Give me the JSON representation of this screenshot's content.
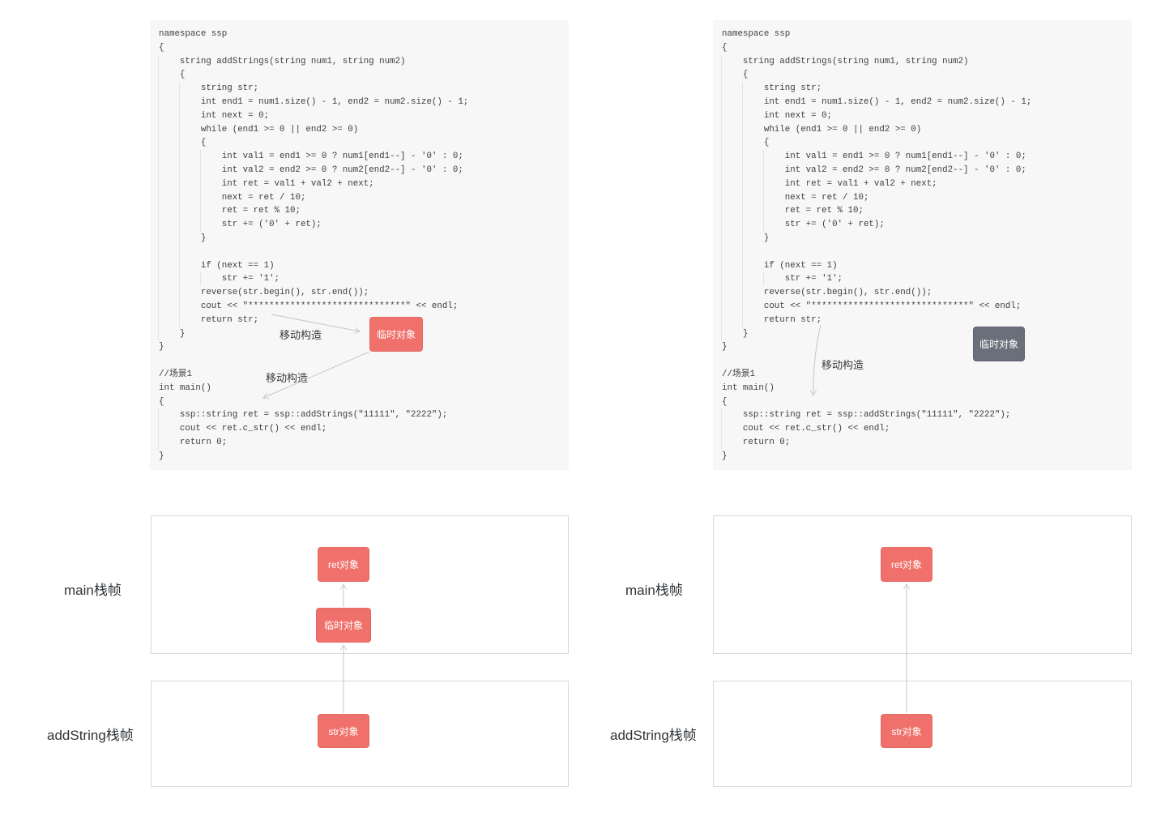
{
  "colors": {
    "box_red": "#f0716b",
    "box_gray": "#6a707b",
    "arrow": "#c6c6c6",
    "code_bg": "#f7f7f7",
    "frame_border": "#d9d9d9",
    "code_text": "#3e3e3e",
    "label_text": "#2f3338"
  },
  "code": {
    "lines": [
      "namespace ssp",
      "{",
      "    string addStrings(string num1, string num2)",
      "    {",
      "        string str;",
      "        int end1 = num1.size() - 1, end2 = num2.size() - 1;",
      "        int next = 0;",
      "        while (end1 >= 0 || end2 >= 0)",
      "        {",
      "            int val1 = end1 >= 0 ? num1[end1--] - '0' : 0;",
      "            int val2 = end2 >= 0 ? num2[end2--] - '0' : 0;",
      "            int ret = val1 + val2 + next;",
      "            next = ret / 10;",
      "            ret = ret % 10;",
      "            str += ('0' + ret);",
      "        }",
      "",
      "        if (next == 1)",
      "            str += '1';",
      "        reverse(str.begin(), str.end());",
      "        cout << \"******************************\" << endl;",
      "        return str;",
      "    }",
      "}",
      "",
      "//场景1",
      "int main()",
      "{",
      "    ssp::string ret = ssp::addStrings(\"11111\", \"2222\");",
      "    cout << ret.c_str() << endl;",
      "    return 0;",
      "}"
    ]
  },
  "left_scene": {
    "temp_box": "临时对象",
    "move_label_top": "移动构造",
    "move_label_bottom": "移动构造"
  },
  "right_scene": {
    "temp_box": "临时对象",
    "move_label": "移动构造"
  },
  "left_frames": {
    "main_label": "main栈帧",
    "addstring_label": "addString栈帧",
    "ret_box": "ret对象",
    "temp_box": "临时对象",
    "str_box": "str对象"
  },
  "right_frames": {
    "main_label": "main栈帧",
    "addstring_label": "addString栈帧",
    "ret_box": "ret对象",
    "str_box": "str对象"
  }
}
